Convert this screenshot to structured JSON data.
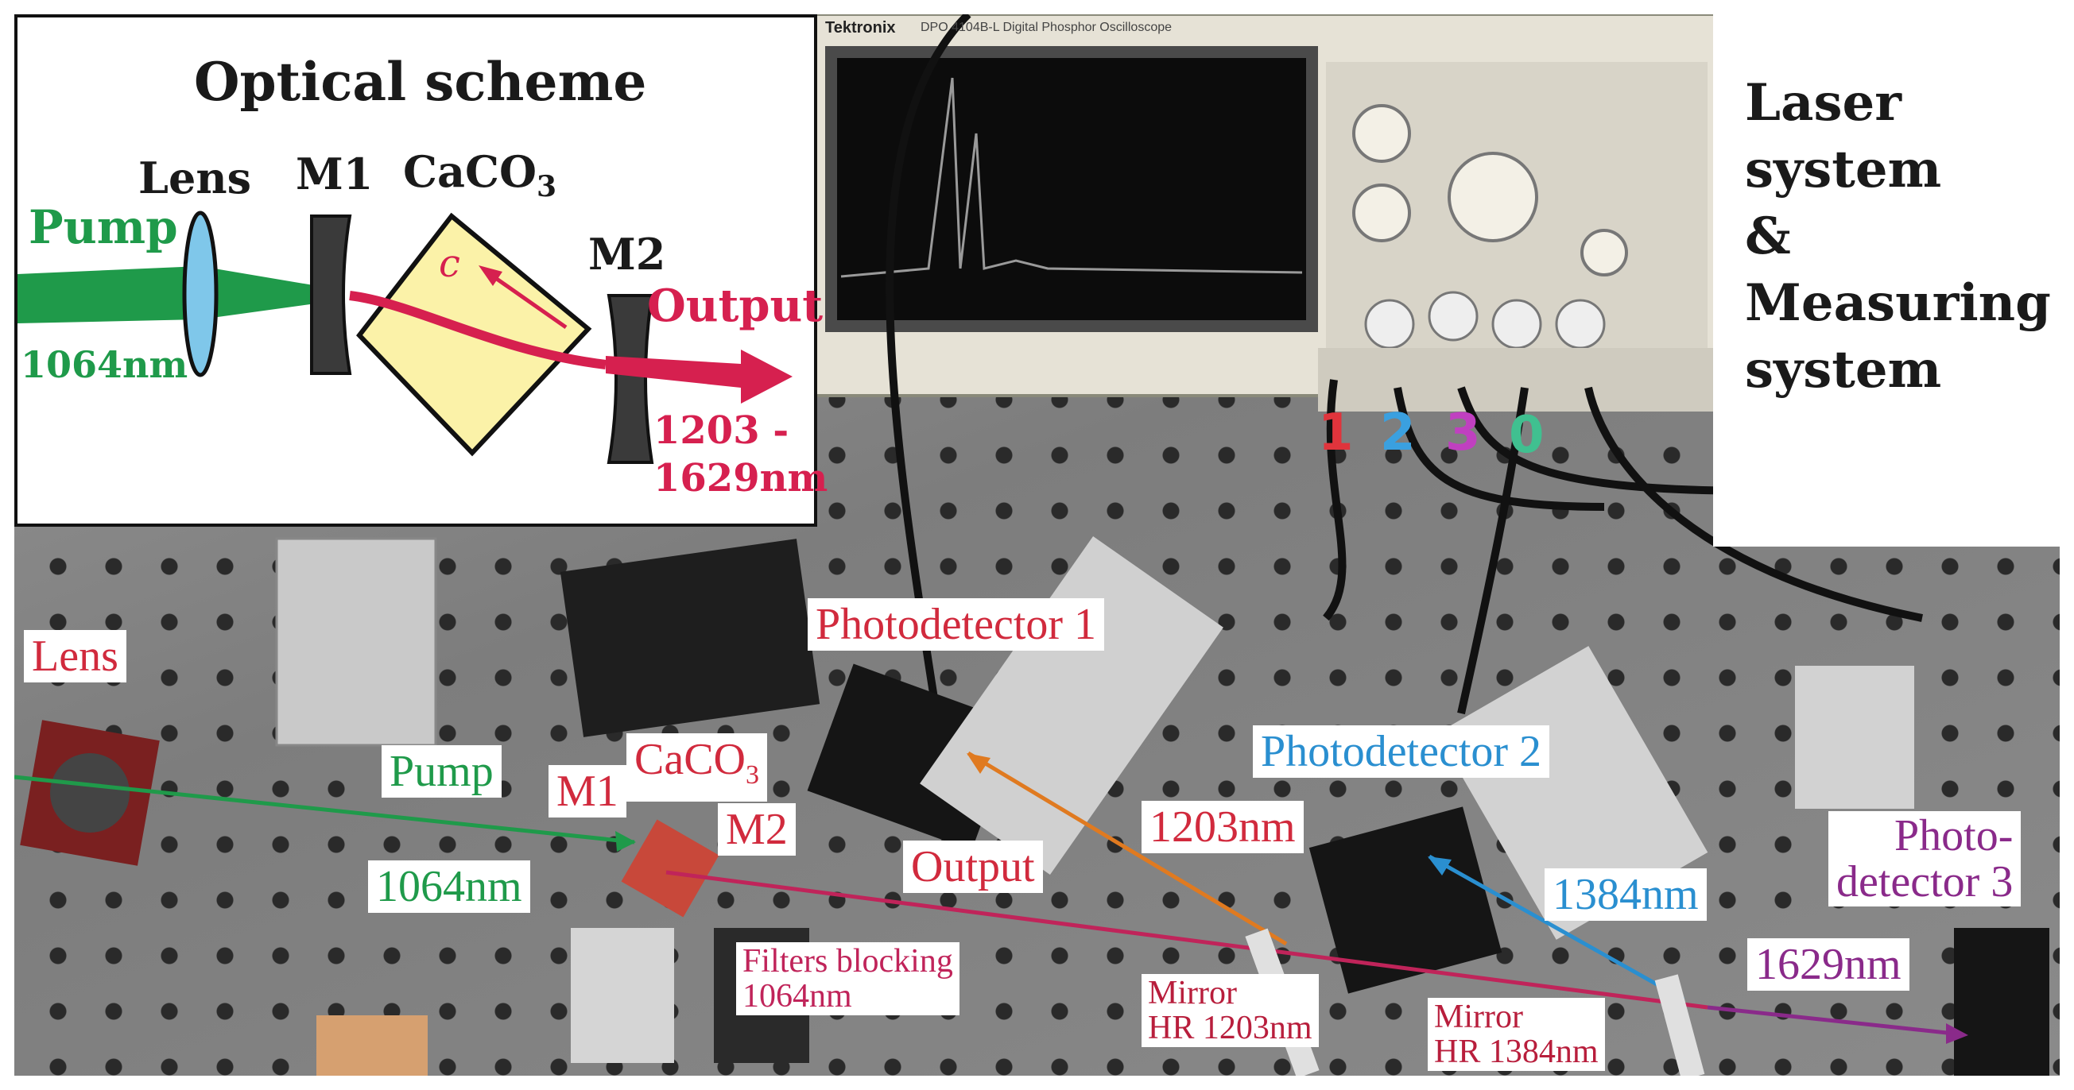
{
  "optical_scheme": {
    "title": "Optical scheme",
    "lens_label": "Lens",
    "m1_label": "M1",
    "crystal_label": "CaCO",
    "crystal_subscript": "3",
    "m2_label": "M2",
    "pump_label": "Pump",
    "pump_wavelength": "1064nm",
    "axis_label": "c",
    "output_label": "Output",
    "output_range_line1": "1203 -",
    "output_range_line2": "1629nm",
    "colors": {
      "pump": "#1f9a4a",
      "output": "#d6204f",
      "crystal": "#fbf2a8",
      "lens": "#7fc7ea"
    }
  },
  "system_title": [
    "Laser",
    "system",
    "&",
    "Measuring",
    "system"
  ],
  "oscilloscope": {
    "brand": "Tektronix",
    "model": "DPO 4104B-L Digital Phosphor Oscilloscope",
    "channels": [
      "1",
      "2",
      "3",
      "0"
    ],
    "channel_colors": [
      "#e0343c",
      "#3aa0e0",
      "#c040c0",
      "#40c090"
    ]
  },
  "photo_labels": {
    "lens": "Lens",
    "photodetector_1": "Photodetector 1",
    "pump": "Pump",
    "m1": "M1",
    "caco": "CaCO",
    "caco_sub": "3",
    "m2": "M2",
    "wavelength_1064": "1064nm",
    "output": "Output",
    "wavelength_1203": "1203nm",
    "photodetector_2": "Photodetector 2",
    "wavelength_1384": "1384nm",
    "photodetector_3_line1": "Photo-",
    "photodetector_3_line2": "detector 3",
    "wavelength_1629": "1629nm",
    "filters_line1": "Filters blocking",
    "filters_line2": "1064nm",
    "mirror_1203_line1": "Mirror",
    "mirror_1203_line2": "HR 1203nm",
    "mirror_1384_line1": "Mirror",
    "mirror_1384_line2": "HR 1384nm"
  },
  "beam_colors": {
    "pump": "#1f9a4a",
    "output": "#c0245a",
    "beam_1203": "#e07a20",
    "beam_1384": "#2a8fd0",
    "beam_1629": "#8a2a8a"
  }
}
